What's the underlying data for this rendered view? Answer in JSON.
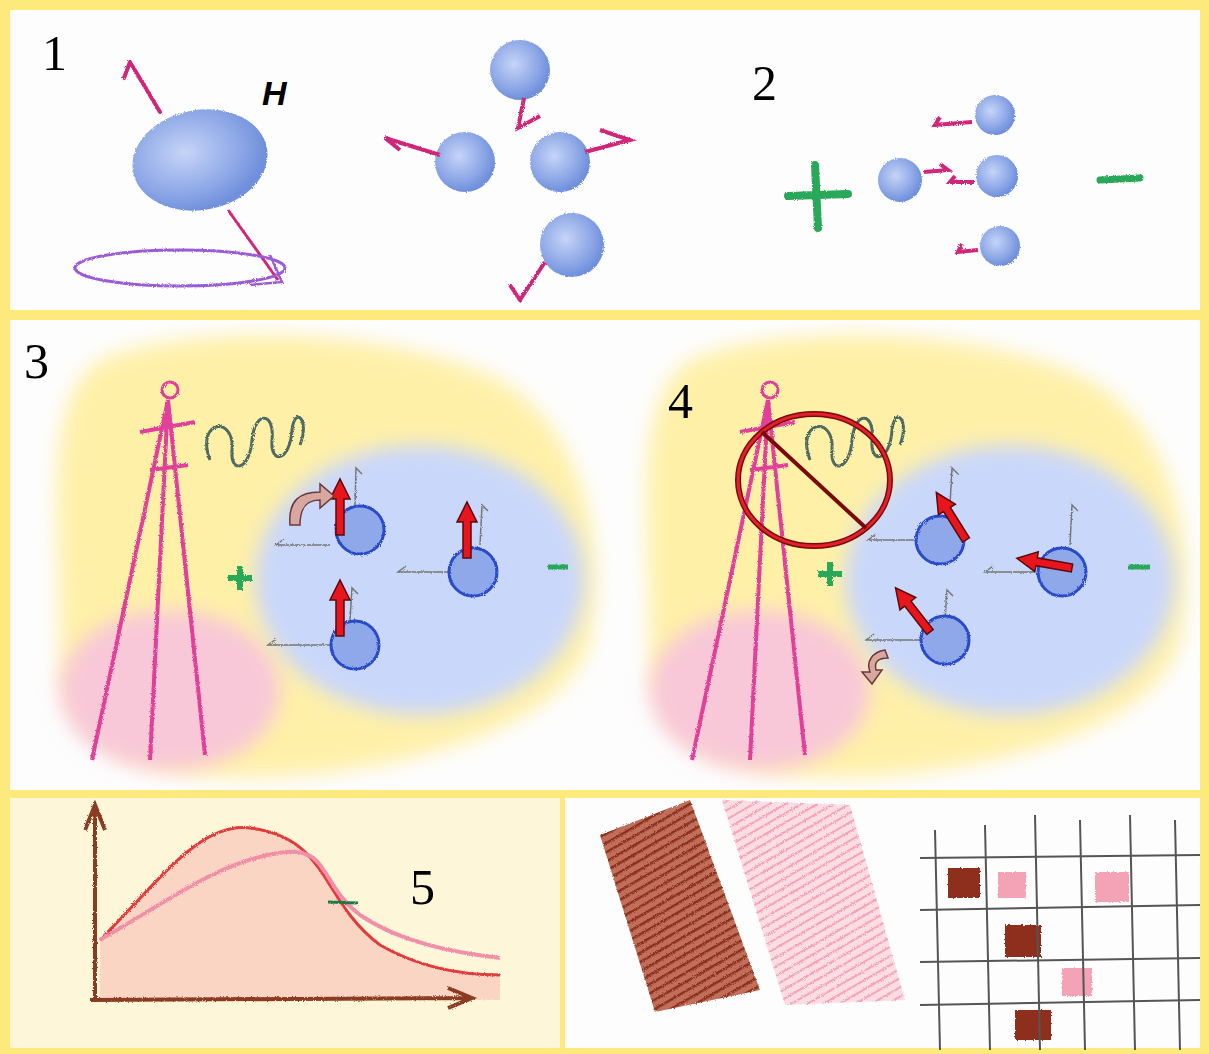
{
  "diagram": {
    "labels": [
      "1",
      "H",
      "2",
      "3",
      "4",
      "5"
    ]
  }
}
